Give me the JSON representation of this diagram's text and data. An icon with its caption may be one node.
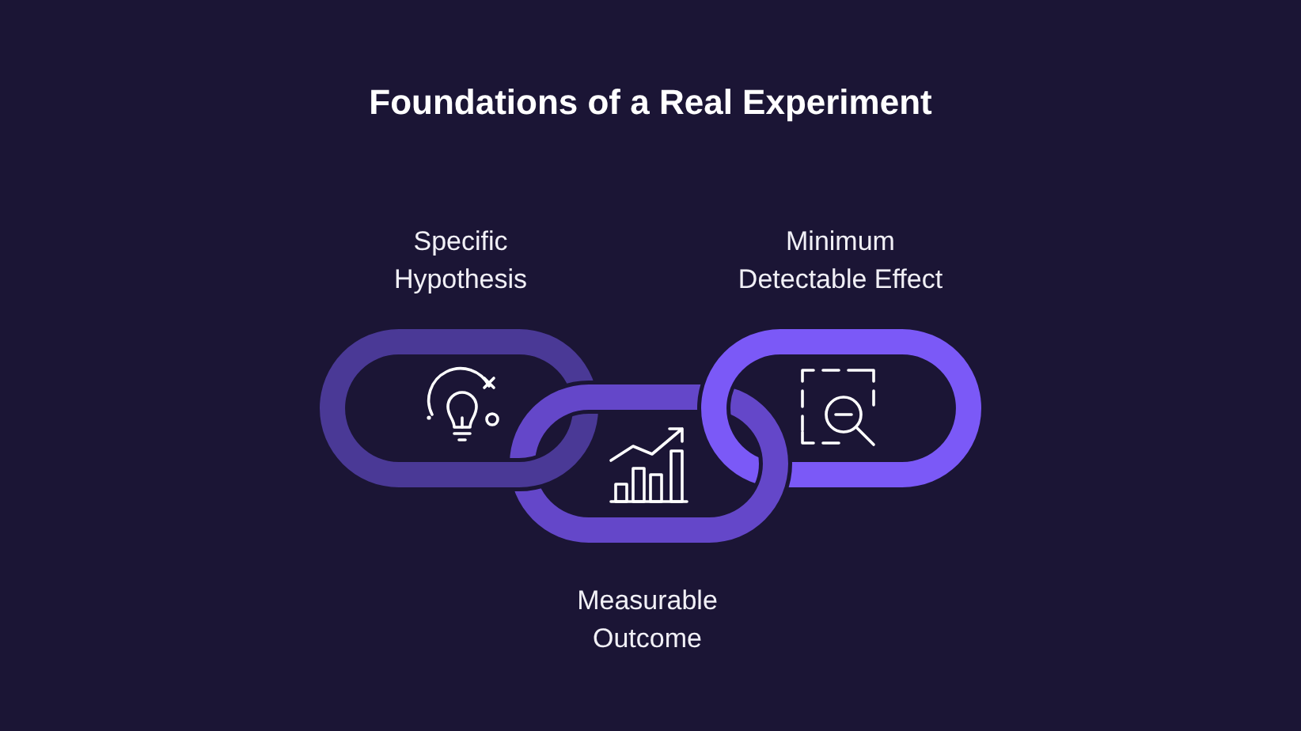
{
  "diagram": {
    "title": "Foundations of a Real Experiment",
    "nodes": [
      {
        "text": [
          "Specific Hypothesis"
        ]
      },
      {
        "text": [
          "Measurable Outcome"
        ]
      },
      {
        "text": [
          "Minimum Detectable Effect"
        ]
      }
    ]
  }
}
